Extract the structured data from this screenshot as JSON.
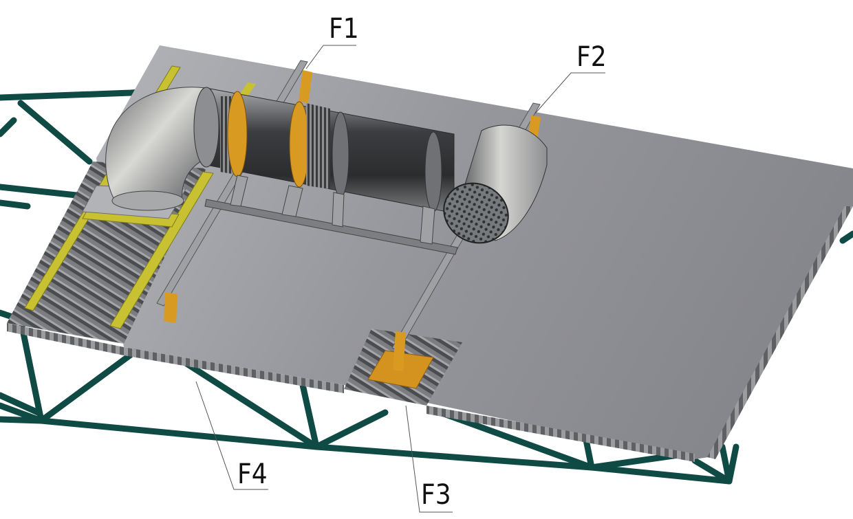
{
  "callouts": {
    "f1": "F1",
    "f2": "F2",
    "f3": "F3",
    "f4": "F4"
  },
  "colors": {
    "truss": "#0f4a44",
    "roof_panel": "#8c8d92",
    "corrugated": "#6f7072",
    "duct_metal": "#5a5b5e",
    "bracket_orange": "#d99a22",
    "rail_yellow": "#c8c232",
    "background": "#ffffff"
  },
  "icons": {
    "fan": "exhaust-fan-assembly",
    "elbow": "duct-elbow",
    "mesh": "perforated-outlet-grille"
  }
}
